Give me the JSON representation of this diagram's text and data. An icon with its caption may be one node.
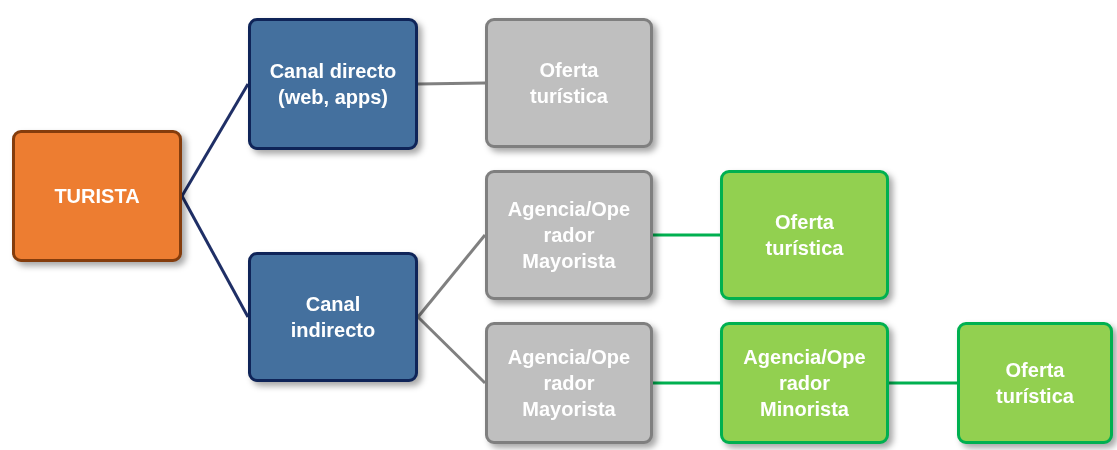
{
  "diagram": {
    "nodes": [
      {
        "text": [
          "TURISTA"
        ]
      },
      {
        "text": [
          "Canal directo (web, apps)"
        ]
      },
      {
        "text": [
          "Canal indirecto"
        ]
      },
      {
        "text": [
          "Oferta turística"
        ]
      },
      {
        "text": [
          "Agencia/Operador Mayorista"
        ]
      },
      {
        "text": [
          "Oferta turística"
        ]
      },
      {
        "text": [
          "Agencia/Operador Mayorista"
        ]
      },
      {
        "text": [
          "Agencia/Operador Minorista"
        ]
      },
      {
        "text": [
          "Oferta turística"
        ]
      }
    ],
    "edges": [
      {
        "from": 0,
        "to": 1,
        "arrow": "none",
        "color": "#1f2f66"
      },
      {
        "from": 0,
        "to": 2,
        "arrow": "none",
        "color": "#1f2f66"
      },
      {
        "from": 1,
        "to": 3,
        "arrow": "none",
        "color": "#808080"
      },
      {
        "from": 2,
        "to": 4,
        "arrow": "none",
        "color": "#808080"
      },
      {
        "from": 2,
        "to": 6,
        "arrow": "none",
        "color": "#808080"
      },
      {
        "from": 4,
        "to": 5,
        "arrow": "none",
        "color": "#00b050"
      },
      {
        "from": 6,
        "to": 7,
        "arrow": "none",
        "color": "#00b050"
      },
      {
        "from": 7,
        "to": 8,
        "arrow": "none",
        "color": "#00b050"
      }
    ]
  }
}
